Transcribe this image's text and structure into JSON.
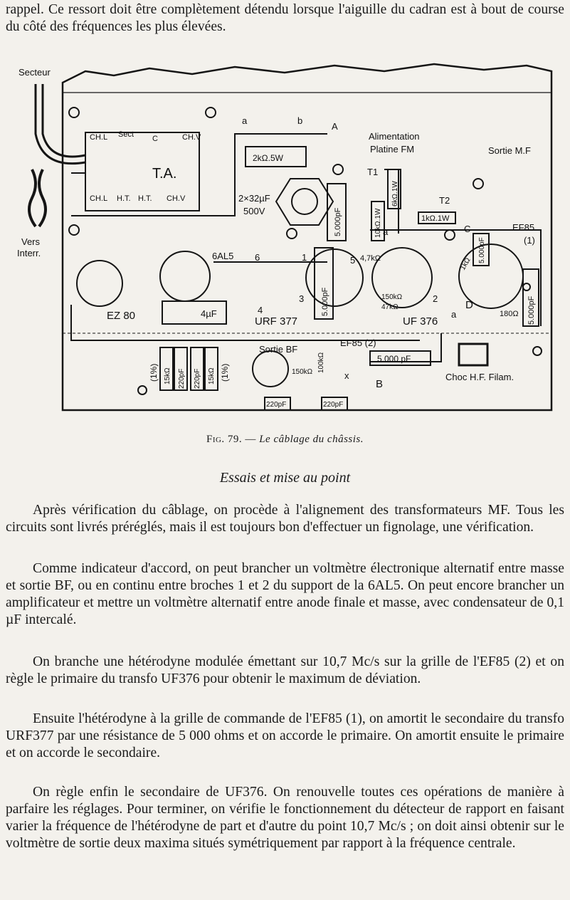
{
  "text": {
    "intro": "rappel. Ce ressort doit être complètement détendu lorsque l'aiguille du cadran est à bout de course du côté des fréquences les plus élevées.",
    "section_title": "Essais et mise au point",
    "paragraphs": [
      "Après vérification du câblage, on procède à l'alignement des transformateurs MF. Tous les circuits sont livrés préréglés, mais il est toujours bon d'effectuer un fignolage, une vérification.",
      "Comme indicateur d'accord, on peut brancher un voltmètre électronique alternatif entre masse et sortie BF, ou en continu entre broches 1 et 2 du support de la 6AL5. On peut encore brancher un amplificateur et mettre un voltmètre alternatif entre anode finale et masse, avec condensateur de 0,1 µF intercalé.",
      "On branche une hétérodyne modulée émettant sur 10,7 Mc/s sur la grille de l'EF85 (2) et on règle le primaire du transfo UF376 pour obtenir le maximum de déviation.",
      "Ensuite l'hétérodyne à la grille de commande de l'EF85 (1), on amortit le secondaire du transfo URF377 par une résistance de 5 000 ohms et on accorde le primaire. On amortit ensuite le primaire et on accorde le secondaire.",
      "On règle enfin le secondaire de UF376. On renouvelle toutes ces opérations de manière à parfaire les réglages. Pour terminer, on vérifie le fonctionnement du détecteur de rapport en faisant varier la fréquence de l'hétérodyne de part et d'autre du point 10,7 Mc/s ; on doit ainsi obtenir sur le voltmètre de sortie deux maxima situés symétriquement par rapport à la fréquence centrale."
    ]
  },
  "caption": {
    "label": "Fig. 79. —",
    "title": "Le câblage du châssis."
  },
  "diagram": {
    "secteur": "Secteur",
    "vers": "Vers",
    "interr": "Interr.",
    "ta": "T.A.",
    "chl_top": "CH.L",
    "sect": "Sect",
    "c_top": "C",
    "chv_top": "CH.V",
    "chl_bot": "CH.L",
    "ht1": "H.T.",
    "ht2": "H.T.",
    "chv_bot": "CH.V",
    "a_label": "a",
    "b_label": "b",
    "A_label": "A",
    "res_2k": "2kΩ.5W",
    "cap_2x32": "2×32µF",
    "v500": "500V",
    "cap_5000_vert": "5.000pF",
    "alimentation": "Alimentation",
    "platine": "Platine FM",
    "sortie_mf": "Sortie M.F",
    "t1": "T1",
    "t2": "T2",
    "ef85_1": "EF85",
    "ef85_1b": "(1)",
    "res_1k": "1kΩ.1W",
    "res_10k": "10kΩ.1W",
    "res_6k": "6kΩ.1W",
    "c_label": "C",
    "cap_5000_c": "5.000pF",
    "cap_5000_r": "5.000pF",
    "res_180": "180Ω",
    "res_47k": "4,7kΩ",
    "res_150k": "150kΩ",
    "res_47k2": "47kΩ",
    "res_1k2": "1kΩ",
    "al5": "6AL5",
    "ez80": "EZ 80",
    "urf377": "URF 377",
    "uf376": "UF 376",
    "cap_4uf": "4µF",
    "cap_5000_mid": "5.000pF",
    "ef85_2": "EF85 (2)",
    "cap_5000_bot": "5.000 pF",
    "sortie_bf": "Sortie BF",
    "res_100k": "100kΩ",
    "res_150k2": "150kΩ",
    "cap_220_1": "220pF",
    "cap_220_2": "220pF",
    "cap_220_3": "220pF",
    "cap_220_4": "220pF",
    "res_15k_1": "15kΩ",
    "res_15k_2": "15kΩ",
    "pct1": "(1%)",
    "pct2": "(1%)",
    "x_label": "x",
    "B_label": "B",
    "D_label": "D",
    "a2": "a",
    "a3": "a",
    "choc": "Choc H.F. Filam.",
    "pin6": "6",
    "pin1": "1",
    "pin4": "4",
    "pin3": "3",
    "pin2": "2",
    "pin5": "5"
  }
}
